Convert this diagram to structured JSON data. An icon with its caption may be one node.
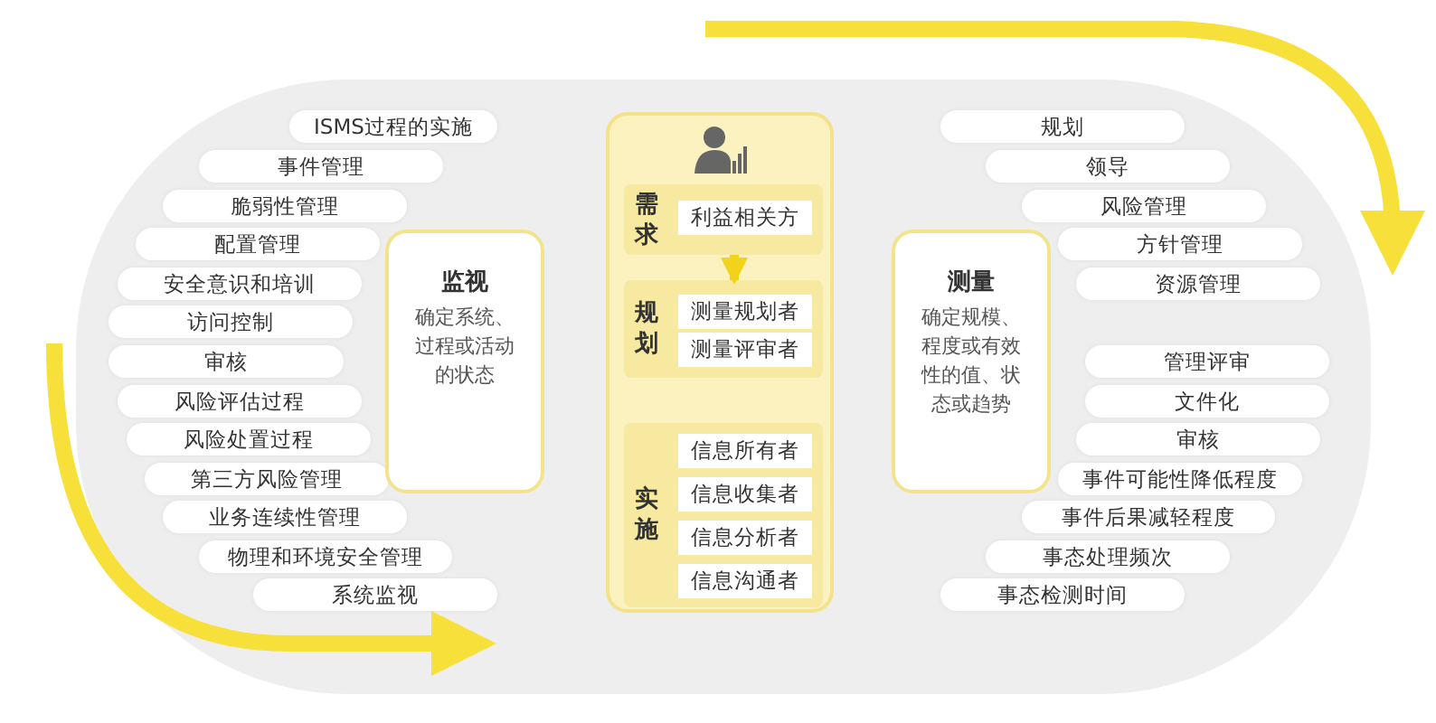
{
  "diagram": {
    "nodes": [
      {
        "text": [
          "ISMS过程的实施"
        ]
      },
      {
        "text": [
          "事件管理"
        ]
      },
      {
        "text": [
          "脆弱性管理"
        ]
      },
      {
        "text": [
          "配置管理"
        ]
      },
      {
        "text": [
          "安全意识和培训"
        ]
      },
      {
        "text": [
          "访问控制"
        ]
      },
      {
        "text": [
          "审核"
        ]
      },
      {
        "text": [
          "风险评估过程"
        ]
      },
      {
        "text": [
          "风险处置过程"
        ]
      },
      {
        "text": [
          "第三方风险管理"
        ]
      },
      {
        "text": [
          "业务连续性管理"
        ]
      },
      {
        "text": [
          "物理和环境安全管理"
        ]
      },
      {
        "text": [
          "系统监视"
        ]
      },
      {
        "text": [
          "监视",
          "确定系统、过程或活动的状态"
        ]
      },
      {
        "text": [],
        "shape": "box"
      },
      {
        "text": [
          "需求"
        ],
        "in": 14
      },
      {
        "text": [
          "利益相关方"
        ],
        "in": 15
      },
      {
        "text": [
          "规划"
        ],
        "in": 14
      },
      {
        "text": [
          "测量规划者"
        ],
        "in": 17
      },
      {
        "text": [
          "测量评审者"
        ],
        "in": 17
      },
      {
        "text": [
          "实施"
        ],
        "in": 14
      },
      {
        "text": [
          "信息所有者"
        ],
        "in": 20
      },
      {
        "text": [
          "信息收集者"
        ],
        "in": 20
      },
      {
        "text": [
          "信息分析者"
        ],
        "in": 20
      },
      {
        "text": [
          "信息沟通者"
        ],
        "in": 20
      },
      {
        "text": [
          "测量",
          "确定规模、程度或有效性的值、状态或趋势"
        ]
      },
      {
        "text": [
          "规划"
        ]
      },
      {
        "text": [
          "领导"
        ]
      },
      {
        "text": [
          "风险管理"
        ]
      },
      {
        "text": [
          "方针管理"
        ]
      },
      {
        "text": [
          "资源管理"
        ]
      },
      {
        "text": [
          "管理评审"
        ]
      },
      {
        "text": [
          "文件化"
        ]
      },
      {
        "text": [
          "审核"
        ]
      },
      {
        "text": [
          "事件可能性降低程度"
        ]
      },
      {
        "text": [
          "事件后果减轻程度"
        ]
      },
      {
        "text": [
          "事态处理频次"
        ]
      },
      {
        "text": [
          "事态检测时间"
        ]
      }
    ],
    "edges": [
      {
        "from": 15,
        "to": 17,
        "arrow": "to"
      }
    ]
  }
}
